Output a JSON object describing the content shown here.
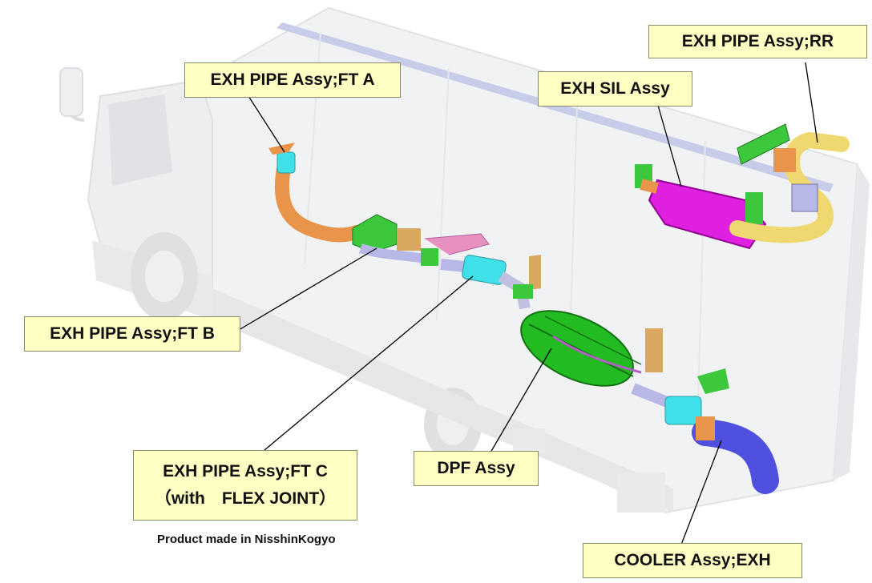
{
  "labels": {
    "ft_a": "EXH PIPE Assy;FT A",
    "ft_b": "EXH PIPE Assy;FT B",
    "ft_c_line1": "EXH PIPE Assy;FT C",
    "ft_c_line2": "（with　FLEX JOINT）",
    "dpf": "DPF Assy",
    "sil": "EXH SIL Assy",
    "rr": "EXH PIPE Assy;RR",
    "cooler": "COOLER Assy;EXH"
  },
  "credit": "Product made in NisshinKogyo",
  "colors": {
    "label_bg": "#ffffc4",
    "truck_body": "#e4e6ea",
    "silencer": "#e020e0",
    "dpf": "#22bb22",
    "pipe_orange": "#e8944a",
    "pipe_cyan": "#40e0e8",
    "cooler": "#5050e0",
    "rr_pipe": "#f0d870"
  }
}
